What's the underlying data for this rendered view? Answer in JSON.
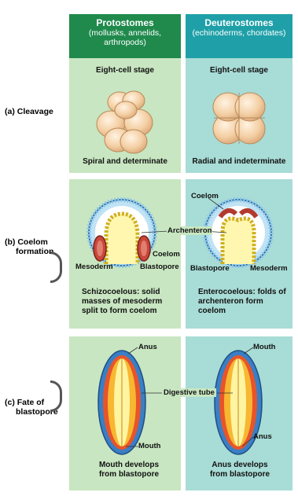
{
  "header": {
    "protostomes": {
      "title": "Protostomes",
      "subtitle": "(mollusks, annelids, arthropods)"
    },
    "deuterostomes": {
      "title": "Deuterostomes",
      "subtitle": "(echinoderms, chordates)"
    }
  },
  "rows": {
    "cleavage": {
      "label": "(a) Cleavage",
      "stage_left": "Eight-cell stage",
      "stage_right": "Eight-cell stage",
      "caption_left": "Spiral and determinate",
      "caption_right": "Radial and indeterminate"
    },
    "coelom": {
      "label_line1": "(b) Coelom",
      "label_line2": "formation",
      "archenteron": "Archenteron",
      "left_coelom": "Coelom",
      "left_mesoderm": "Mesoderm",
      "left_blastopore": "Blastopore",
      "right_coelom": "Coelom",
      "right_blastopore": "Blastopore",
      "right_mesoderm": "Mesoderm",
      "caption_left": "Schizocoelous: solid masses of mesoderm split to form coelom",
      "caption_right": "Enterocoelous: folds of archenteron form coelom"
    },
    "blastopore": {
      "label_line1": "(c) Fate of",
      "label_line2": "blastopore",
      "left_anus": "Anus",
      "left_mouth": "Mouth",
      "digestive_tube": "Digestive tube",
      "right_mouth": "Mouth",
      "right_anus": "Anus",
      "caption_left": "Mouth develops from blastopore",
      "caption_right": "Anus develops from blastopore"
    }
  },
  "colors": {
    "protostome_header": "#1f8a4c",
    "deuterostome_header": "#1fa0a8",
    "protostome_panel": "#c8e6c1",
    "deuterostome_panel": "#a8dcd6"
  }
}
